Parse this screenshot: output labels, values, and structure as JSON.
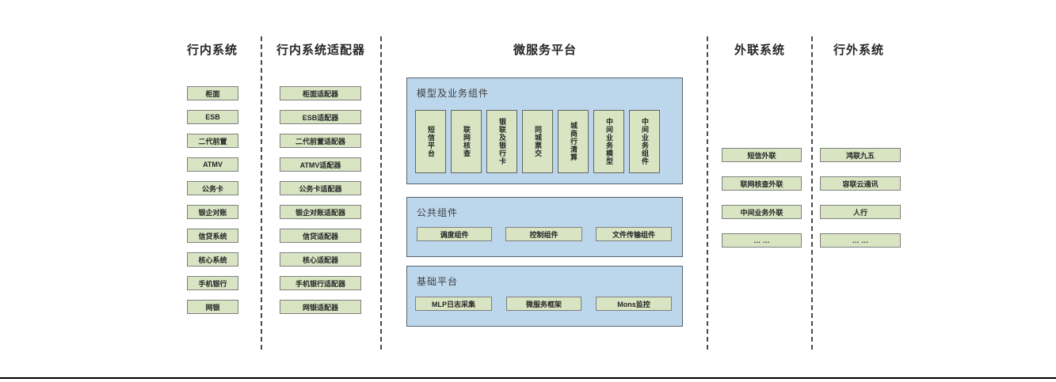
{
  "colors": {
    "box_fill": "#d8e4c2",
    "box_border": "#7f7f7f",
    "panel_fill": "#bcd6ec",
    "panel_border": "#566270",
    "divider": "#4a4a4a",
    "baseline": "#000000"
  },
  "inbank": {
    "header": "行内系统",
    "items": [
      "柜面",
      "ESB",
      "二代前置",
      "ATMV",
      "公务卡",
      "银企对账",
      "信贷系统",
      "核心系统",
      "手机银行",
      "网银"
    ]
  },
  "adapters": {
    "header": "行内系统适配器",
    "items": [
      "柜面适配器",
      "ESB适配器",
      "二代前置适配器",
      "ATMV适配器",
      "公务卡适配器",
      "银企对账适配器",
      "信贷适配器",
      "核心适配器",
      "手机银行适配器",
      "网银适配器"
    ]
  },
  "platform": {
    "header": "微服务平台",
    "model": {
      "title": "模型及业务组件",
      "items": [
        "短信平台",
        "联网核查",
        "银联及银行卡",
        "同城票交",
        "城商行清算",
        "中间业务模型",
        "中间业务组件"
      ]
    },
    "common": {
      "title": "公共组件",
      "items": [
        "调度组件",
        "控制组件",
        "文件传输组件"
      ]
    },
    "base": {
      "title": "基础平台",
      "items": [
        "MLP日志采集",
        "微服务框架",
        "Mons监控"
      ]
    }
  },
  "outlink": {
    "header": "外联系统",
    "items": [
      "短信外联",
      "联网核查外联",
      "中间业务外联",
      "… …"
    ]
  },
  "external": {
    "header": "行外系统",
    "items": [
      "鸿联九五",
      "容联云通讯",
      "人行",
      "… …"
    ]
  }
}
